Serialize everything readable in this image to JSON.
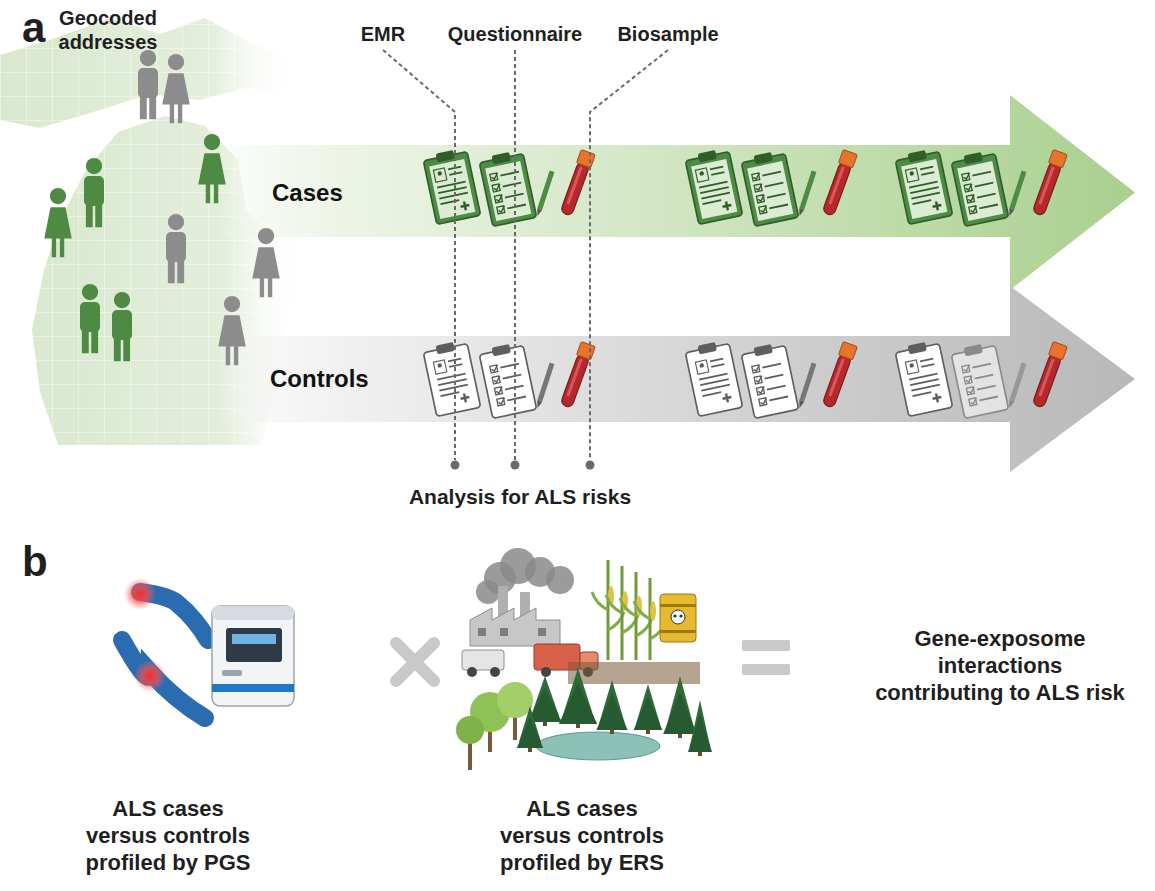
{
  "diagram": {
    "nodes": [
      {
        "text": [
          "Cases"
        ]
      },
      {
        "text": [
          "Controls"
        ]
      }
    ],
    "labels": [
      "a",
      "Geocoded addresses",
      "EMR",
      "Questionnaire",
      "Biosample",
      "Analysis for ALS risks",
      "b",
      "Gene-exposome interactions contributing to ALS risk",
      "ALS cases versus controls profiled by PGS",
      "ALS cases versus controls profiled by ERS"
    ]
  }
}
